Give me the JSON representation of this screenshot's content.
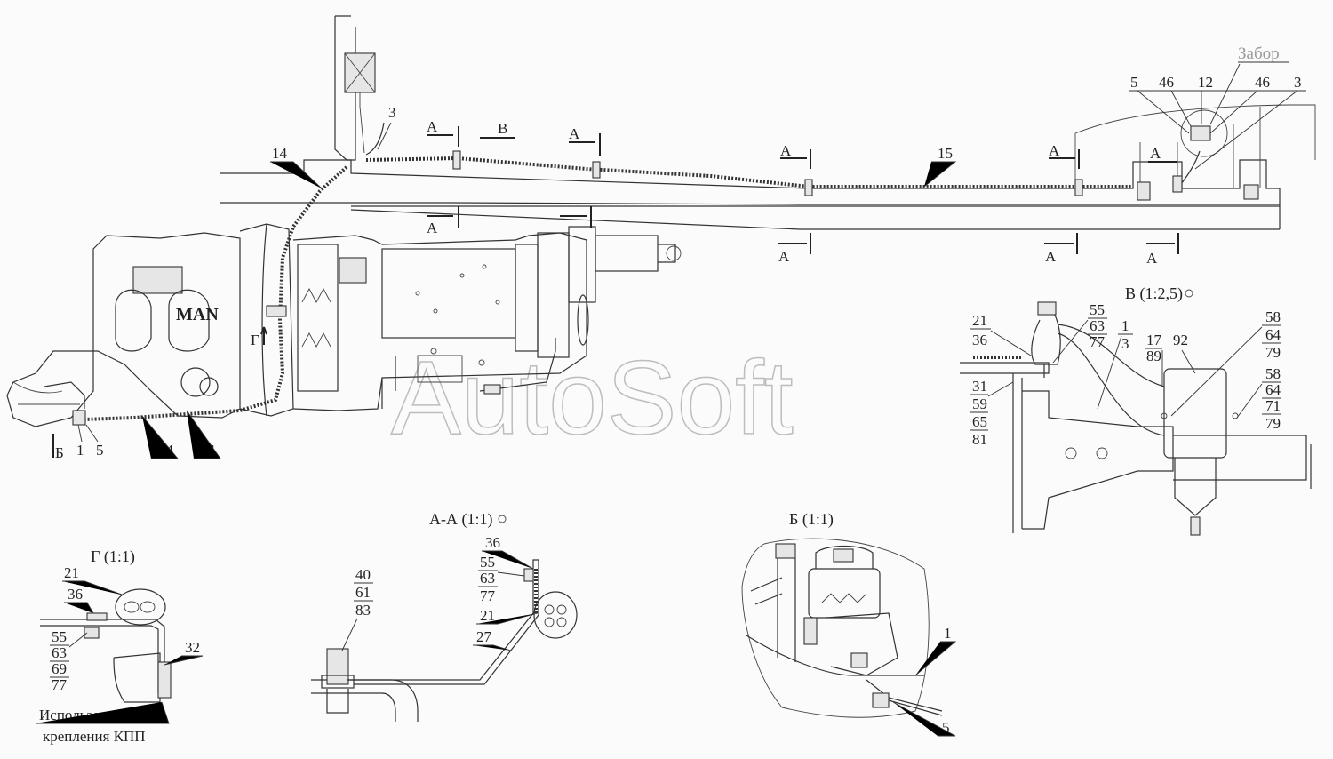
{
  "watermark": "AutoSoft",
  "brand": "MAN",
  "zabor": "Забор",
  "views": {
    "aa": "А-А (1:1)",
    "b": "Б (1:1)",
    "v": "В (1:2,5)",
    "g": "Г (1:1)"
  },
  "section_marks": {
    "a": "А",
    "b": "Б",
    "v": "В",
    "g": "Г"
  },
  "callouts_main": [
    "3",
    "14",
    "15",
    "5",
    "46",
    "12",
    "46",
    "3",
    "1",
    "5",
    "34",
    "34"
  ],
  "callouts_v": [
    "21",
    "36",
    "55",
    "63",
    "77",
    "1",
    "3",
    "17",
    "89",
    "92",
    "58",
    "64",
    "79",
    "58",
    "64",
    "71",
    "79",
    "31",
    "59",
    "65",
    "81"
  ],
  "callouts_aa": [
    "36",
    "55",
    "63",
    "77",
    "21",
    "27",
    "40",
    "61",
    "83"
  ],
  "callouts_b": [
    "1",
    "5"
  ],
  "callouts_g": [
    "21",
    "36",
    "55",
    "63",
    "69",
    "77",
    "32"
  ],
  "note_line1": "Использовать болт",
  "note_line2": "крепления КПП"
}
